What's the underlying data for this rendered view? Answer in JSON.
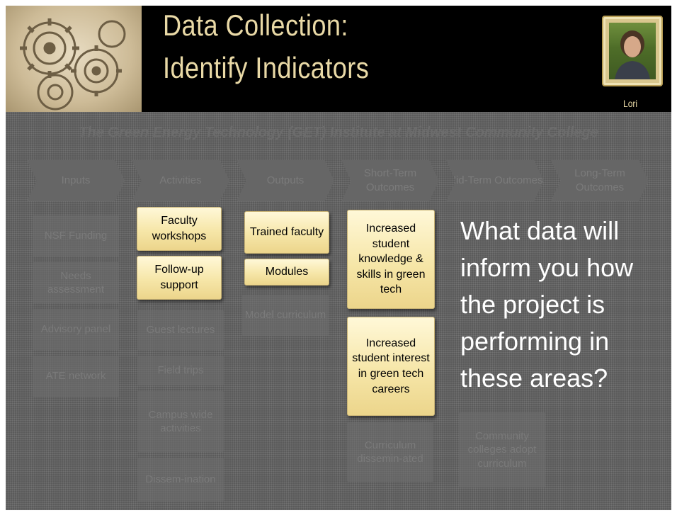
{
  "header": {
    "title_line1": "Data Collection:",
    "title_line2": "Identify Indicators",
    "photo_caption": "Lori"
  },
  "subtitle": "The  Green Energy Technology (GET) Institute at Midwest Community College",
  "columns": [
    "Inputs",
    "Activities",
    "Outputs",
    "Short-Term Outcomes",
    "Mid-Term Outcomes",
    "Long-Term Outcomes"
  ],
  "background_items": {
    "inputs": [
      "NSF Funding",
      "Needs assessment",
      "Advisory panel",
      "ATE network"
    ],
    "activities": [
      "Guest lectures",
      "Field trips",
      "Campus wide activities",
      "Dissem-ination"
    ],
    "outputs": [
      "Model curriculum"
    ],
    "short_term": [
      "Curriculum dissemin-ated"
    ],
    "mid_term": [
      "Community colleges adopt curriculum"
    ]
  },
  "highlighted": {
    "activities": [
      "Faculty workshops",
      "Follow-up support"
    ],
    "outputs": [
      "Trained faculty",
      "Modules"
    ],
    "short_term": [
      "Increased student knowledge & skills in green tech",
      "Increased student interest in green tech careers"
    ]
  },
  "question": "What data will inform you how the project is performing in these areas?"
}
